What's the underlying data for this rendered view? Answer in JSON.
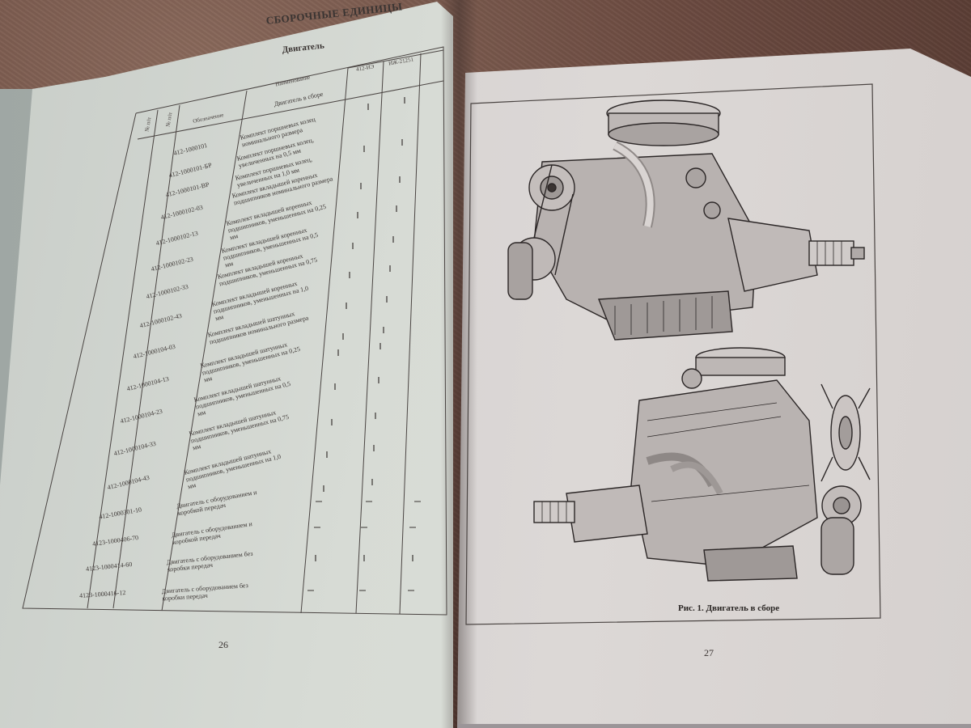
{
  "left_page": {
    "section_title": "СБОРОЧНЫЕ ЕДИНИЦЫ",
    "subtitle": "Двигатель",
    "col_headers": {
      "no1": "№ п/п",
      "no2": "№ п/п",
      "designation": "Обозначение",
      "name": "Наименование",
      "model1": "412-ИЭ",
      "model2": "ИЖ-21251"
    },
    "group_heading": "Двигатель в сборе",
    "rows": [
      {
        "part": "412-1000101",
        "name": "Комплект поршневых колец номинального размера"
      },
      {
        "part": "412-1000101-БР",
        "name": "Комплект поршневых колец, увеличенных на 0,5 мм"
      },
      {
        "part": "412-1000101-ВР",
        "name": "Комплект поршневых колец, увеличенных на 1,0 мм"
      },
      {
        "part": "412-1000102-03",
        "name": "Комплект вкладышей коренных подшипников номинального размера"
      },
      {
        "part": "412-1000102-13",
        "name": "Комплект вкладышей коренных подшипников, уменьшенных на 0,25 мм"
      },
      {
        "part": "412-1000102-23",
        "name": "Комплект вкладышей коренных подшипников, уменьшенных на 0,5 мм"
      },
      {
        "part": "412-1000102-33",
        "name": "Комплект вкладышей коренных подшипников, уменьшенных на 0,75"
      },
      {
        "part": "412-1000102-43",
        "name": "Комплект вкладышей коренных подшипников, уменьшенных на 1,0 мм"
      },
      {
        "part": "412-1000104-03",
        "name": "Комплект вкладышей шатунных подшипников номинального размера"
      },
      {
        "part": "412-1000104-13",
        "name": "Комплект вкладышей шатунных подшипников, уменьшенных на 0,25 мм"
      },
      {
        "part": "412-1000104-23",
        "name": "Комплект вкладышей шатунных подшипников, уменьшенных на 0,5 мм"
      },
      {
        "part": "412-1000104-33",
        "name": "Комплект вкладышей шатунных подшипников, уменьшенных на 0,75 мм"
      },
      {
        "part": "412-1000104-43",
        "name": "Комплект вкладышей шатунных подшипников, уменьшенных на 1,0 мм"
      },
      {
        "part": "412-1000301-10",
        "name": "Двигатель с оборудованием и коробкой передач"
      },
      {
        "part": "4123-1000406-70",
        "name": "Двигатель с оборудованием и коробкой передач"
      },
      {
        "part": "4123-1000414-60",
        "name": "Двигатель с оборудованием без коробки передач"
      },
      {
        "part": "4123-1000416-12",
        "name": "Двигатель с оборудованием без коробки передач"
      }
    ],
    "page_number": "26"
  },
  "right_page": {
    "caption": "Рис. 1. Двигатель в сборе",
    "page_number": "27"
  }
}
